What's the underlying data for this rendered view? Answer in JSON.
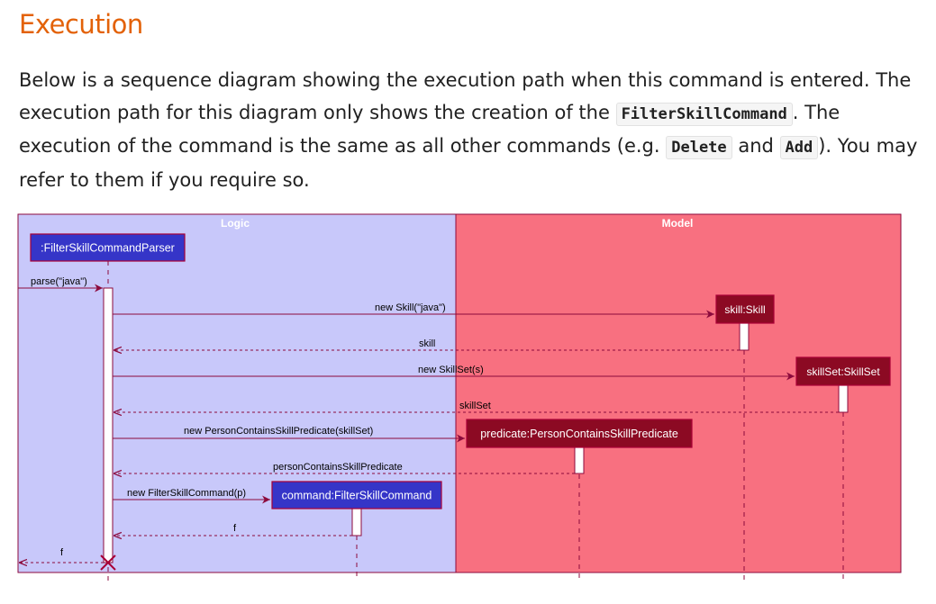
{
  "section": {
    "title": "Execution"
  },
  "intro": {
    "t1": "Below is a sequence diagram showing the execution path when this command is entered. The execution path for this diagram only shows the creation of the ",
    "code1": "FilterSkillCommand",
    "t2": ". The execution of the command is the same as all other commands (e.g. ",
    "code2": "Delete",
    "t3": " and ",
    "code3": "Add",
    "t4": "). You may refer to them if you require so."
  },
  "diagram": {
    "boxes": {
      "logic": "Logic",
      "model": "Model"
    },
    "participants": {
      "parser": ":FilterSkillCommandParser",
      "skill": "skill:Skill",
      "skillset": "skillSet:SkillSet",
      "predicate": "predicate:PersonContainsSkillPredicate",
      "command": "command:FilterSkillCommand"
    },
    "messages": {
      "parse": "parse(\"java\")",
      "new_skill": "new Skill(\"java\")",
      "ret_skill": "skill",
      "new_skillset": "new SkillSet(s)",
      "ret_skillset": "skillSet",
      "new_predicate": "new PersonContainsSkillPredicate(skillSet)",
      "ret_predicate": "personContainsSkillPredicate",
      "new_command": "new FilterSkillCommand(p)",
      "ret_f1": "f",
      "ret_f2": "f"
    },
    "colors": {
      "logic_bg": "#c8c8fa",
      "model_bg": "#f87080",
      "logic_participant": "#3535c8",
      "model_participant": "#8c0a23",
      "arrow": "#8c0a3c"
    }
  }
}
